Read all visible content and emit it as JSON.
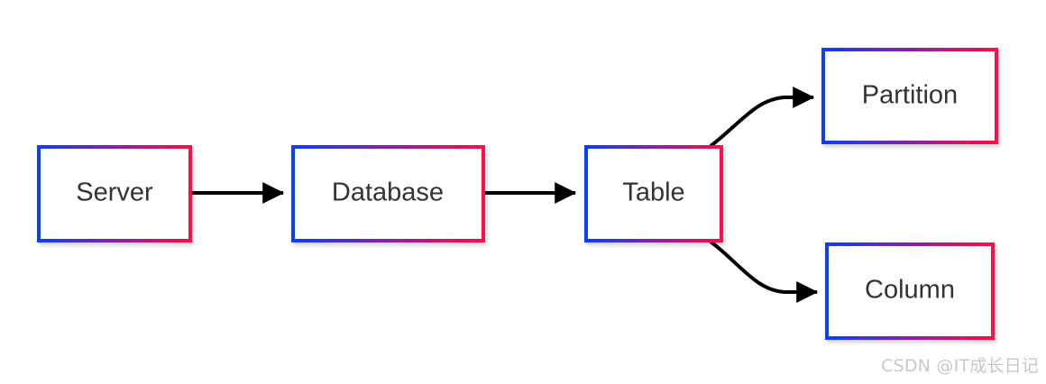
{
  "nodes": [
    {
      "id": "server",
      "label": "Server"
    },
    {
      "id": "database",
      "label": "Database"
    },
    {
      "id": "table",
      "label": "Table"
    },
    {
      "id": "partition",
      "label": "Partition"
    },
    {
      "id": "column",
      "label": "Column"
    }
  ],
  "edges": [
    {
      "from": "server",
      "to": "database"
    },
    {
      "from": "database",
      "to": "table"
    },
    {
      "from": "table",
      "to": "partition"
    },
    {
      "from": "table",
      "to": "column"
    }
  ],
  "colors": {
    "border_start": "#0a3cff",
    "border_end": "#ff0a46",
    "arrow": "#000000",
    "label_text": "#333333",
    "watermark": "#c8c8c8"
  },
  "watermark": "CSDN @IT成长日记"
}
